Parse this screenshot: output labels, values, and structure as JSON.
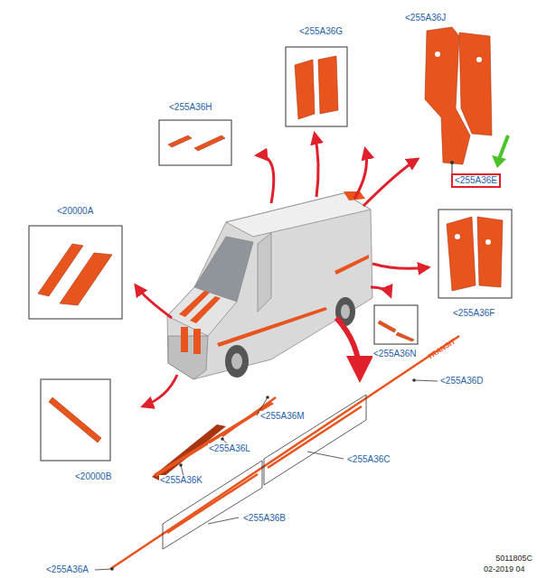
{
  "diagram": {
    "labels": [
      "<255A36G",
      "<255A36J",
      "<255A36H",
      "<255A36E",
      "<20000A",
      "<255A36F",
      "<255A36N",
      "TRANSIT",
      "<255A36D",
      "<20000B",
      "<255A36M",
      "<255A36L",
      "<255A36C",
      "<255A36K",
      "<255A36B",
      "<255A36A",
      "5011805C",
      "02-2019 04"
    ]
  }
}
